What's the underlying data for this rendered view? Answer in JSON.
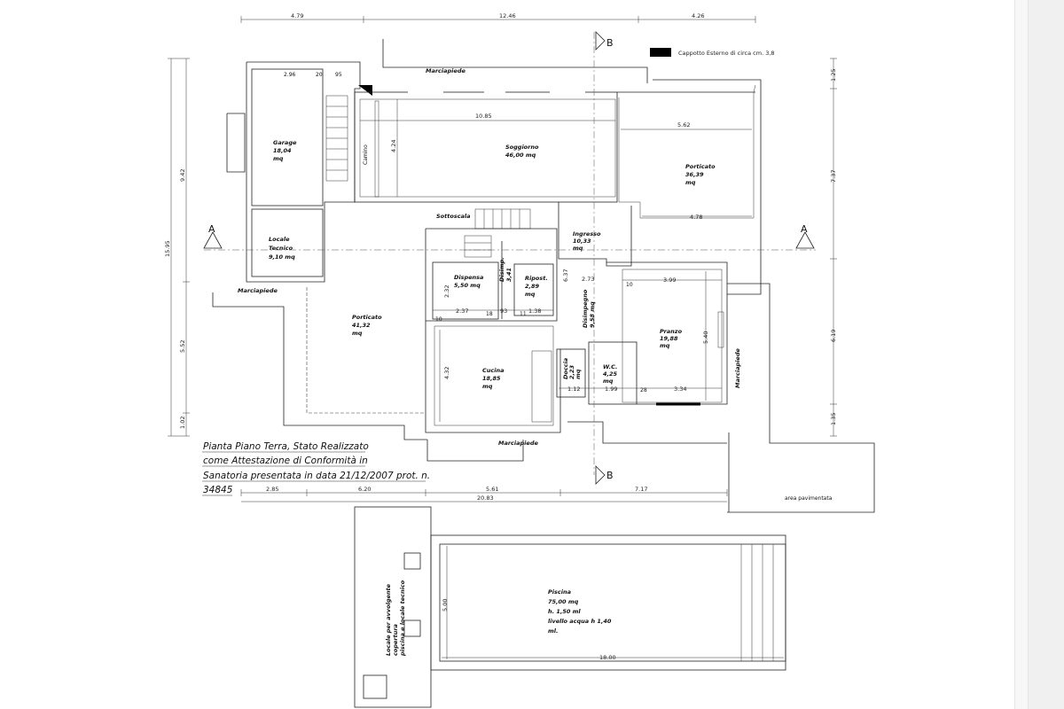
{
  "legend": {
    "text": "Cappotto Esterno di circa cm. 3,8",
    "swatch_color": "#000000"
  },
  "title_lines": [
    "Pianta Piano Terra, Stato Realizzato",
    "come Attestazione di Conformità in",
    "Sanatoria presentata in data 21/12/2007 prot. n.",
    "34845"
  ],
  "section_markers": {
    "a": "A",
    "b": "B"
  },
  "rooms": {
    "garage": [
      "Garage",
      "18,04",
      "mq"
    ],
    "soggiorno": [
      "Soggiorno",
      "46,00 mq"
    ],
    "porticato_right": [
      "Porticato",
      "36,39",
      "mq"
    ],
    "locale_tecnico": [
      "Locale",
      "Tecnico",
      "9,10 mq"
    ],
    "ingresso": [
      "Ingresso",
      "10,33",
      "mq"
    ],
    "dispensa": [
      "Dispensa",
      "5,50 mq"
    ],
    "disimp_small": [
      "Disimp.",
      "3,41"
    ],
    "ripost": [
      "Ripost.",
      "2,89",
      "mq"
    ],
    "disimpegno": [
      "Disimpegno",
      "9,58 mq"
    ],
    "pranzo": [
      "Pranzo",
      "19,88",
      "mq"
    ],
    "porticato_left": [
      "Porticato",
      "41,32",
      "mq"
    ],
    "cucina": [
      "Cucina",
      "18,85",
      "mq"
    ],
    "doccia": [
      "Doccia",
      "2,23",
      "mq"
    ],
    "wc": [
      "W.C.",
      "4,25",
      "mq"
    ],
    "piscina": [
      "Piscina",
      "75,00 mq",
      "h. 1,50 ml",
      "livello acqua h 1,40",
      "ml."
    ],
    "locale_avvolgente": [
      "Locale per avvolgente",
      "copertura",
      "piscina e locale tecnico"
    ]
  },
  "labels": {
    "marciapiede": "Marciapiede",
    "sottoscala": "Sottoscala",
    "camino": "Camino",
    "area_pavimentata": "area pavimentata"
  },
  "dimensions": {
    "top": [
      "4.79",
      "12.46",
      "4.26"
    ],
    "left": [
      "15.95",
      "9.42",
      "5.52",
      "1.02"
    ],
    "right": [
      "1.25",
      "7.37",
      "6.19",
      "1.35"
    ],
    "bottom_row1": [
      "2.85",
      "6.20",
      "5.61",
      "7.17"
    ],
    "bottom_total": "20.83",
    "garage_top": [
      "2.96",
      "20",
      "95"
    ],
    "soggiorno_width": "10.85",
    "soggiorno_depth": "4.24",
    "porticato_width": "5.62",
    "porticato_inner": "4.78",
    "ingresso_w": "2.73",
    "ingresso_d": "6.37",
    "pranzo_w": "3.99",
    "pranzo_10": "10",
    "pranzo_d": "5.40",
    "dispensa_row": [
      "10",
      "2.37",
      "18",
      "93",
      "11",
      "1.38"
    ],
    "dispensa_d": "2.32",
    "cucina_d": "4.32",
    "wc_row": [
      "1.12",
      "1.99",
      "28",
      "3.34"
    ],
    "piscina_w": "18.00",
    "piscina_d": "5.00"
  }
}
